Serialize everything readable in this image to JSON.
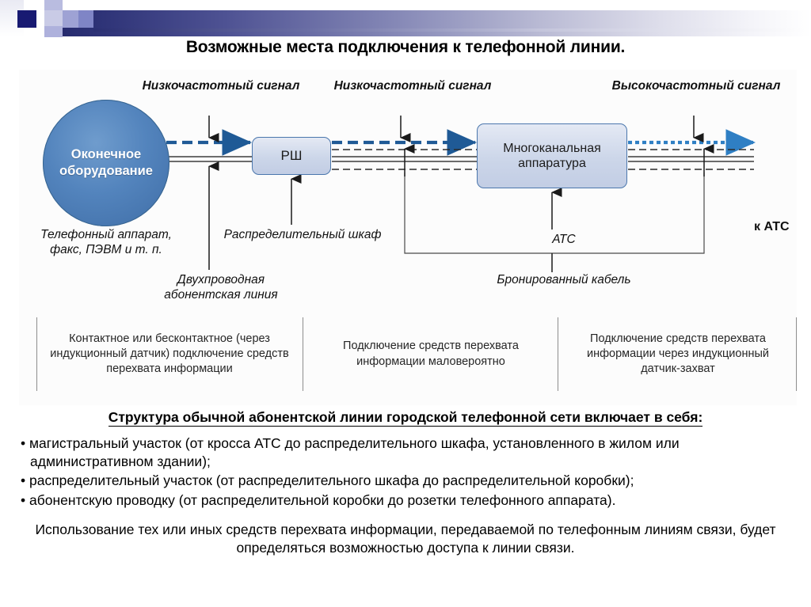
{
  "header": {
    "title": "Возможные места подключения к телефонной линии."
  },
  "diagram": {
    "terminal_equipment": "Оконечное оборудование",
    "cabinet_box": "РШ",
    "multiplex_box": "Многоканальная аппаратура",
    "signal_labels": {
      "lf_1": "Низкочастотный сигнал",
      "lf_2": "Низкочастотный сигнал",
      "hf": "Высокочастотный сигнал"
    },
    "annotations": {
      "phone": "Телефонный аппарат, факс, ПЭВМ и т. п.",
      "two_wire_line": "Двухпроводная абонентская линия",
      "distribution_cabinet": "Распределительный шкаф",
      "ats": "АТС",
      "armored_cable": "Бронированный кабель"
    },
    "destination": "к АТС",
    "columns": [
      "Контактное или бесконтактное (через индукционный датчик) подключение средств перехвата информации",
      "Подключение средств перехвата информации маловероятно",
      "Подключение средств перехвата информации через индукционный датчик-захват"
    ],
    "colors": {
      "circle_fill": "#5384bd",
      "box_fill": "#ccd6e9",
      "box_border": "#4b77ad",
      "lf_signal": "#1f5a96",
      "hf_signal": "#2f7fc4",
      "wire": "#3d3d3d"
    }
  },
  "body": {
    "lead_line": "Структура обычной абонентской линии городской телефонной сети включает в себя:",
    "bullets": [
      "• магистральный участок (от кросса АТС до распределительного шкафа, установленного в жилом или административном здании);",
      "• распределительный участок (от распределительного шкафа до распределительной коробки);",
      "• абонентскую проводку (от распределительной коробки до розетки телефонного аппарата)."
    ],
    "closing": "Использование тех или иных средств перехвата информации, передаваемой по телефонным линиям связи, будет определяться возможностью доступа к линии связи."
  }
}
